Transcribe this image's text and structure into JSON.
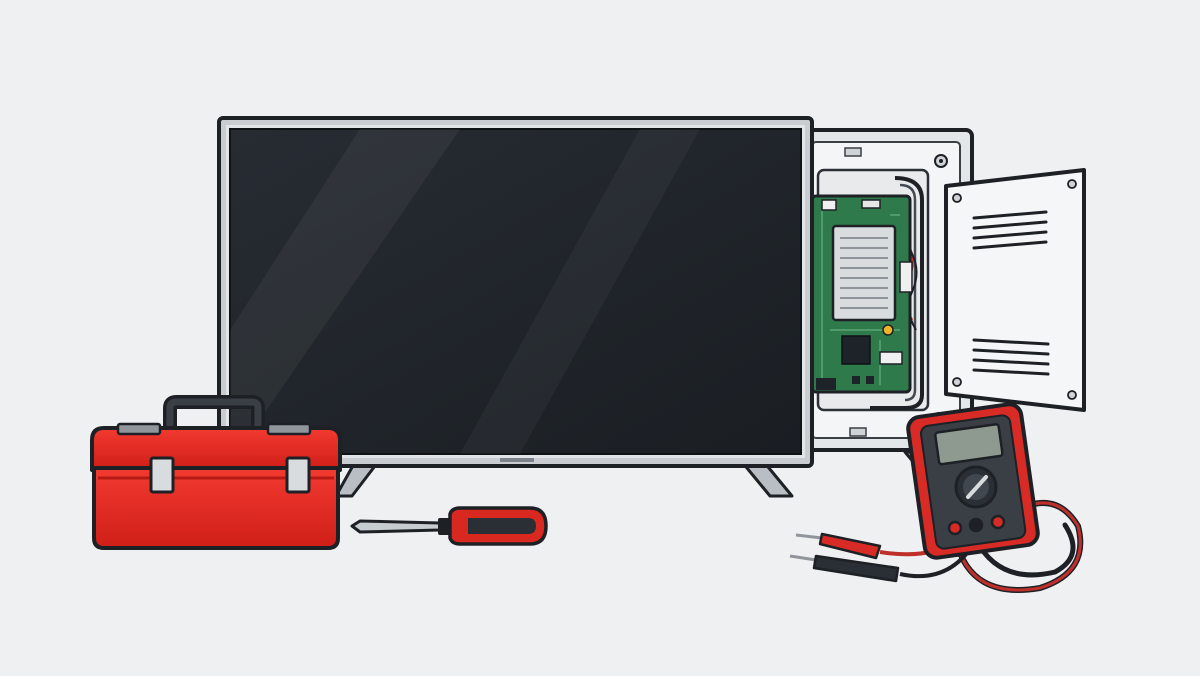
{
  "scene": {
    "background": "#eff0f2",
    "objects": [
      "television",
      "open-back-panel",
      "circuit-board",
      "removed-cover-panel",
      "toolbox",
      "screwdriver",
      "multimeter"
    ],
    "colors": {
      "outline": "#1d2126",
      "tv_frame": "#c9cdd2",
      "tv_screen": "#1e2329",
      "board_green": "#2f7a4a",
      "toolbox_red": "#e42a22",
      "toolbox_dark_red": "#b51a15",
      "meter_red": "#d92b26",
      "panel_white": "#f5f6f7"
    }
  }
}
